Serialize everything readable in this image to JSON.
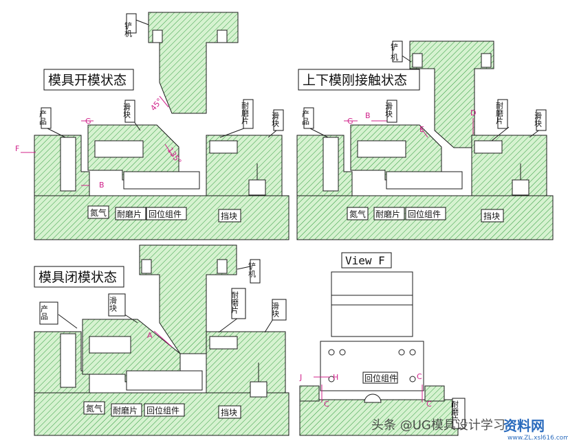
{
  "views": {
    "open_title": "模具开模状态",
    "touch_title": "上下模刚接触状态",
    "closed_title": "模具闭模状态",
    "viewf_title": "View F"
  },
  "labels": {
    "shovel": "铲机",
    "shovel_b": "铲 机",
    "slider": "滑块",
    "wear_plate": "耐磨片",
    "product": "产品",
    "nitrogen": "氮气",
    "wear_plate_h": "耐磨片",
    "return_assembly": "回位组件",
    "stop_block": "挡块"
  },
  "markers": {
    "F": "F",
    "G": "G",
    "B": "B",
    "D": "D",
    "E": "E",
    "A": "A",
    "C": "C",
    "J": "J",
    "H": "H",
    "angle45": "45°",
    "angle135": "135°"
  },
  "watermark": {
    "left": "头条 @UG模具设计学习",
    "logo": "资料网",
    "url": "www.ZL.xsl616.com"
  },
  "colors": {
    "hatch_fill": "#d6f2d0",
    "hatch_line": "#2e9a3c",
    "outline": "#1a1a1a",
    "annotation": "#d0208a"
  }
}
